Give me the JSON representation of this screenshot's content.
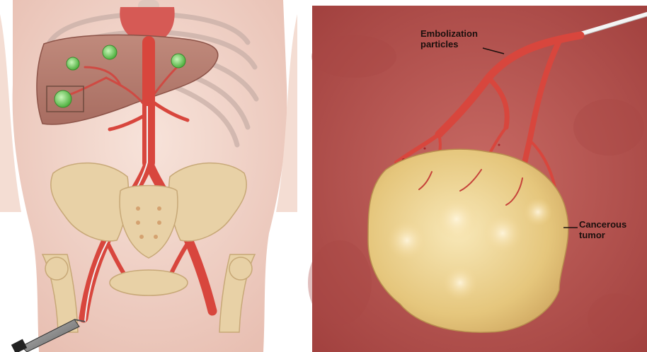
{
  "figure": {
    "left_panel": {
      "description_icons": [
        "torso-icon",
        "liver-icon",
        "tumor-spot-icon",
        "catheter-icon",
        "aorta-icon",
        "pelvis-icon"
      ]
    },
    "right_panel": {
      "labels": {
        "embolization": [
          "Embolization",
          "particles"
        ],
        "tumor": [
          "Cancerous",
          "tumor"
        ]
      }
    },
    "colors": {
      "artery": "#d8463d",
      "tumor": "#e9cf8c",
      "tissue_bg": "#b5514f",
      "skin": "#f1d4c9",
      "liver": "#b97a6c",
      "bone": "#e8d1a6",
      "spot": "#7ed46b"
    }
  }
}
